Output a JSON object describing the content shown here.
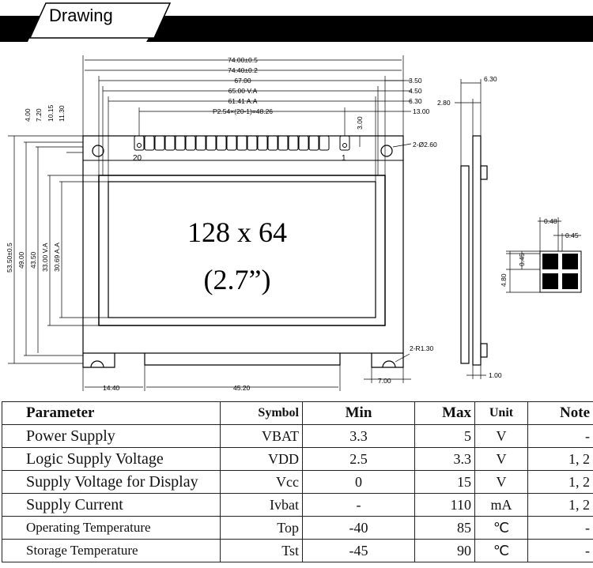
{
  "header": {
    "title": "Drawing"
  },
  "drawing": {
    "dims_top": [
      "74.00±0.5",
      "74.40±0.2",
      "67.00",
      "65.00  V.A",
      "61.41  A.A",
      "P2.54×(20-1)=48.26"
    ],
    "dims_top_right": [
      "3.50",
      "4.50",
      "6.30",
      "13.00"
    ],
    "pin_gap": "3.00",
    "hole_label": "2-Ø2.60",
    "pin_first": "20",
    "pin_last": "1",
    "dims_left_top": [
      "4.00",
      "7.20",
      "10.15",
      "11.30"
    ],
    "dims_left": [
      "53.50±0.5",
      "49.00",
      "43.50",
      "33.00  V.A",
      "30.69  A.A"
    ],
    "screen_line1": "128 x 64",
    "screen_line2": "(2.7”)",
    "corner_label": "2-R1.30",
    "dims_bottom": [
      "14.40",
      "45.20",
      "7.00"
    ],
    "side": {
      "top": "6.30",
      "left": "2.80",
      "bottom": "1.00"
    },
    "pixel": {
      "w": "0.48",
      "gap": "0.45",
      "h": "0.45",
      "total": "4.80"
    }
  },
  "spec_table": {
    "headers": [
      "Parameter",
      "Symbol",
      "Min",
      "Max",
      "Unit",
      "Note"
    ],
    "rows": [
      [
        "Power Supply",
        "VBAT",
        "3.3",
        "5",
        "V",
        "-"
      ],
      [
        "Logic Supply Voltage",
        "VDD",
        "2.5",
        "3.3",
        "V",
        "1, 2"
      ],
      [
        "Supply Voltage for Display",
        "Vcc",
        "0",
        "15",
        "V",
        "1, 2"
      ],
      [
        "Supply Current",
        "Ivbat",
        "-",
        "110",
        "mA",
        "1, 2"
      ],
      [
        "Operating Temperature",
        "Top",
        "-40",
        "85",
        "℃",
        "-"
      ],
      [
        "Storage Temperature",
        "Tst",
        "-45",
        "90",
        "℃",
        "-"
      ]
    ]
  }
}
